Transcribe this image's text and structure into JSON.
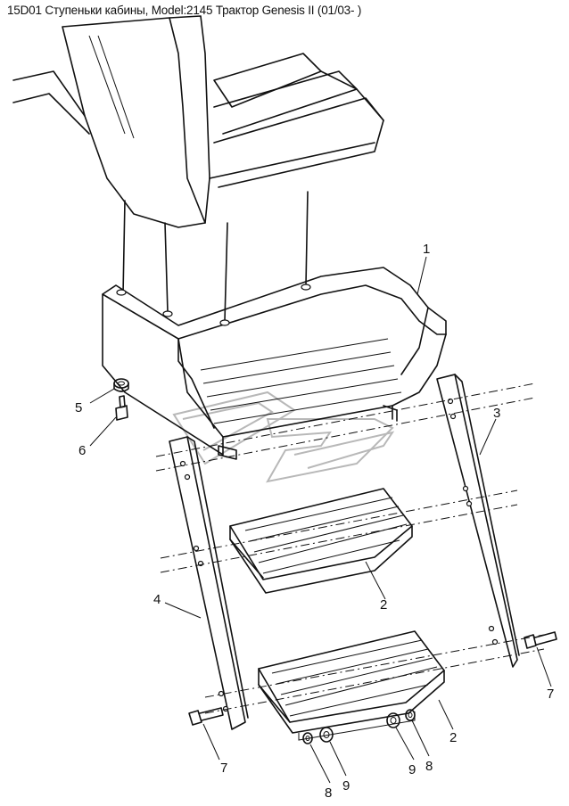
{
  "title": "15D01 Ступеньки кабины, Model:2145 Трактор Genesis II (01/03- )",
  "callouts": {
    "c1": "1",
    "c2a": "2",
    "c2b": "2",
    "c3": "3",
    "c4": "4",
    "c5": "5",
    "c6": "6",
    "c7a": "7",
    "c7b": "7",
    "c8a": "8",
    "c8b": "8",
    "c9a": "9",
    "c9b": "9"
  },
  "colors": {
    "line": "#111111",
    "watermark": "#b8b8b8",
    "background": "#ffffff"
  }
}
